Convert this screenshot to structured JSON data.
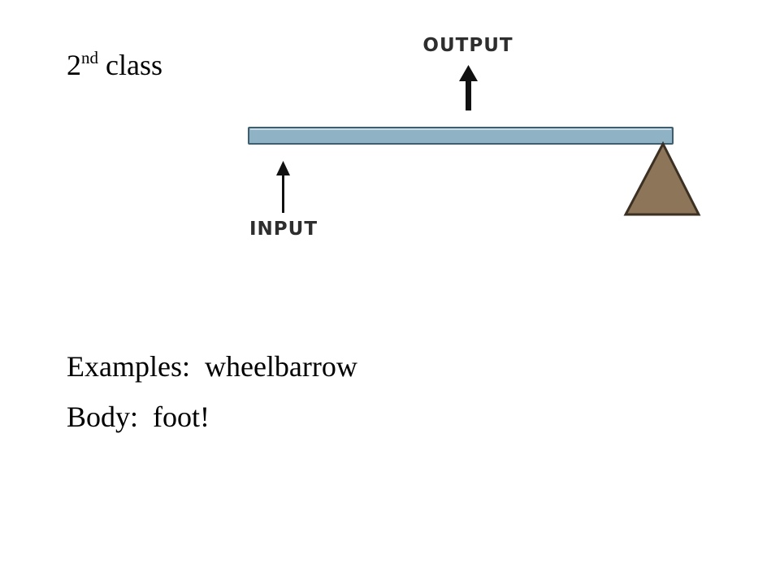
{
  "title": {
    "base": "2",
    "superscript": "nd",
    "rest": " class"
  },
  "diagram": {
    "output_label": "OUTPUT",
    "input_label": "INPUT",
    "colors": {
      "beam": "#8fb2c4",
      "beam_outline": "#3f5f70",
      "fulcrum": "#8c7558",
      "fulcrum_outline": "#3c3022",
      "arrow": "#111111"
    }
  },
  "examples": {
    "label": "Examples:",
    "value": "wheelbarrow"
  },
  "body": {
    "label": "Body:",
    "value": "foot!"
  }
}
